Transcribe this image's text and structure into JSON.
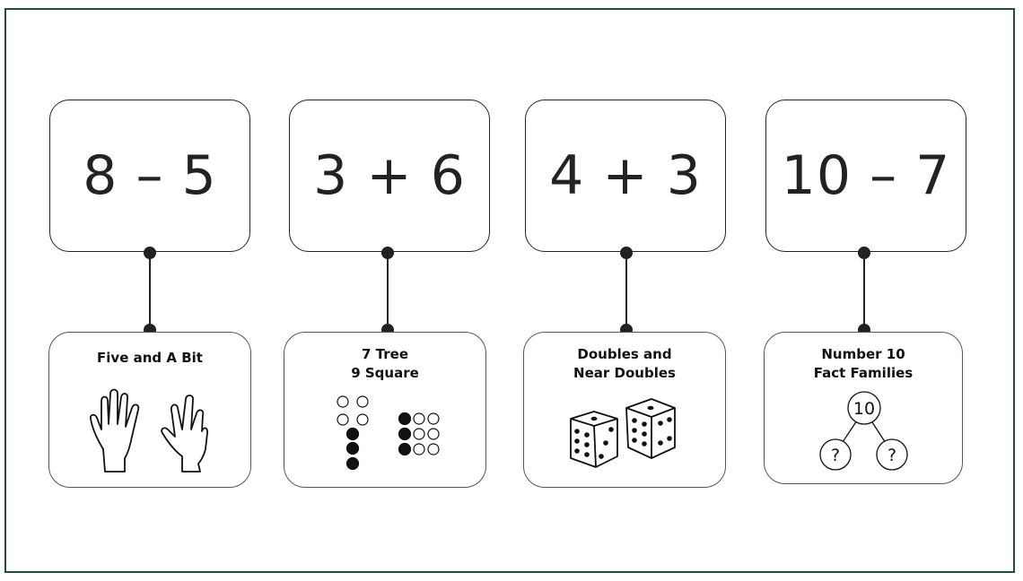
{
  "cards": [
    {
      "equation": "8 – 5",
      "strategy_lines": [
        "Five and A Bit"
      ],
      "illustration": "hands-icon"
    },
    {
      "equation": "3 + 6",
      "strategy_lines": [
        "7 Tree",
        "9 Square"
      ],
      "illustration": "dot-pattern-icon"
    },
    {
      "equation": "4 + 3",
      "strategy_lines": [
        "Doubles and",
        "Near Doubles"
      ],
      "illustration": "dice-icon"
    },
    {
      "equation": "10 – 7",
      "strategy_lines": [
        "Number 10",
        "Fact Families"
      ],
      "illustration": "part-whole-icon"
    }
  ],
  "part_whole": {
    "whole": "10",
    "part_a": "?",
    "part_b": "?"
  },
  "colors": {
    "border": "#1e4d3b",
    "ink": "#222222"
  }
}
